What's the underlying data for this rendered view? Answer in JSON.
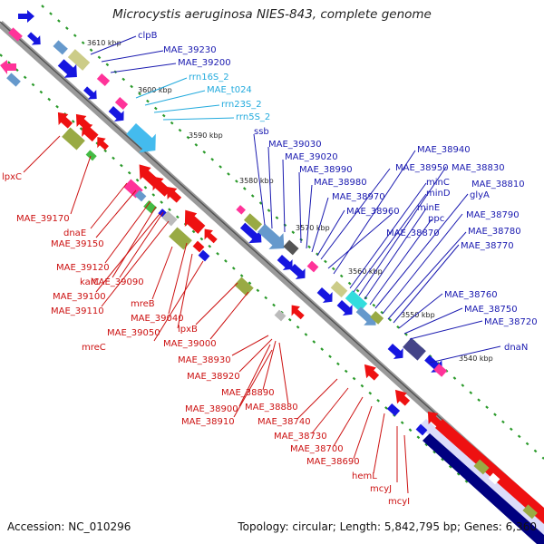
{
  "title": "Microcystis aeruginosa NIES-843, complete genome",
  "accession": "Accession: NC_010296",
  "summary": "Topology: circular; Length: 5,842,795 bp; Genes: 6,360",
  "colors": {
    "backbone": "#8c8c8c",
    "tick": "#2a9a2a",
    "cds_blue": "#1616e0",
    "cds_red": "#ee1111",
    "label_blue": "#1a1ab0",
    "label_red": "#cc1111",
    "label_cyan": "#22aadd"
  },
  "ticks": [
    "3610 kbp",
    "3600 kbp",
    "3590 kbp",
    "3580 kbp",
    "3570 kbp",
    "3560 kbp",
    "3550 kbp",
    "3540 kbp"
  ],
  "labels_top": [
    "clpB",
    "MAE_39230",
    "MAE_39200",
    "rrn16S_2",
    "MAE_t024",
    "rrn23S_2",
    "rrn5S_2",
    "ssb",
    "MAE_39030",
    "MAE_39020",
    "MAE_38990",
    "MAE_38980",
    "MAE_38970",
    "MAE_38960",
    "MAE_38940",
    "MAE_38950",
    "MAE_38830",
    "minC",
    "minD",
    "MAE_38810",
    "glyA",
    "minE",
    "ppc",
    "MAE_38870",
    "MAE_38790",
    "MAE_38780",
    "MAE_38770",
    "MAE_38760",
    "MAE_38750",
    "MAE_38720",
    "dnaN"
  ],
  "labels_bottom": [
    "lpxC",
    "MAE_39170",
    "dnaE",
    "MAE_39150",
    "MAE_39120",
    "kaiC",
    "MAE_39090",
    "MAE_39100",
    "MAE_39110",
    "mreB",
    "MAE_39040",
    "MAE_39050",
    "mreC",
    "lpxB",
    "MAE_39000",
    "MAE_38930",
    "MAE_38920",
    "MAE_38890",
    "MAE_38880",
    "MAE_38900",
    "MAE_38910",
    "MAE_38740",
    "MAE_38730",
    "MAE_38700",
    "MAE_38690",
    "hemL",
    "mcyJ",
    "mcyI"
  ]
}
